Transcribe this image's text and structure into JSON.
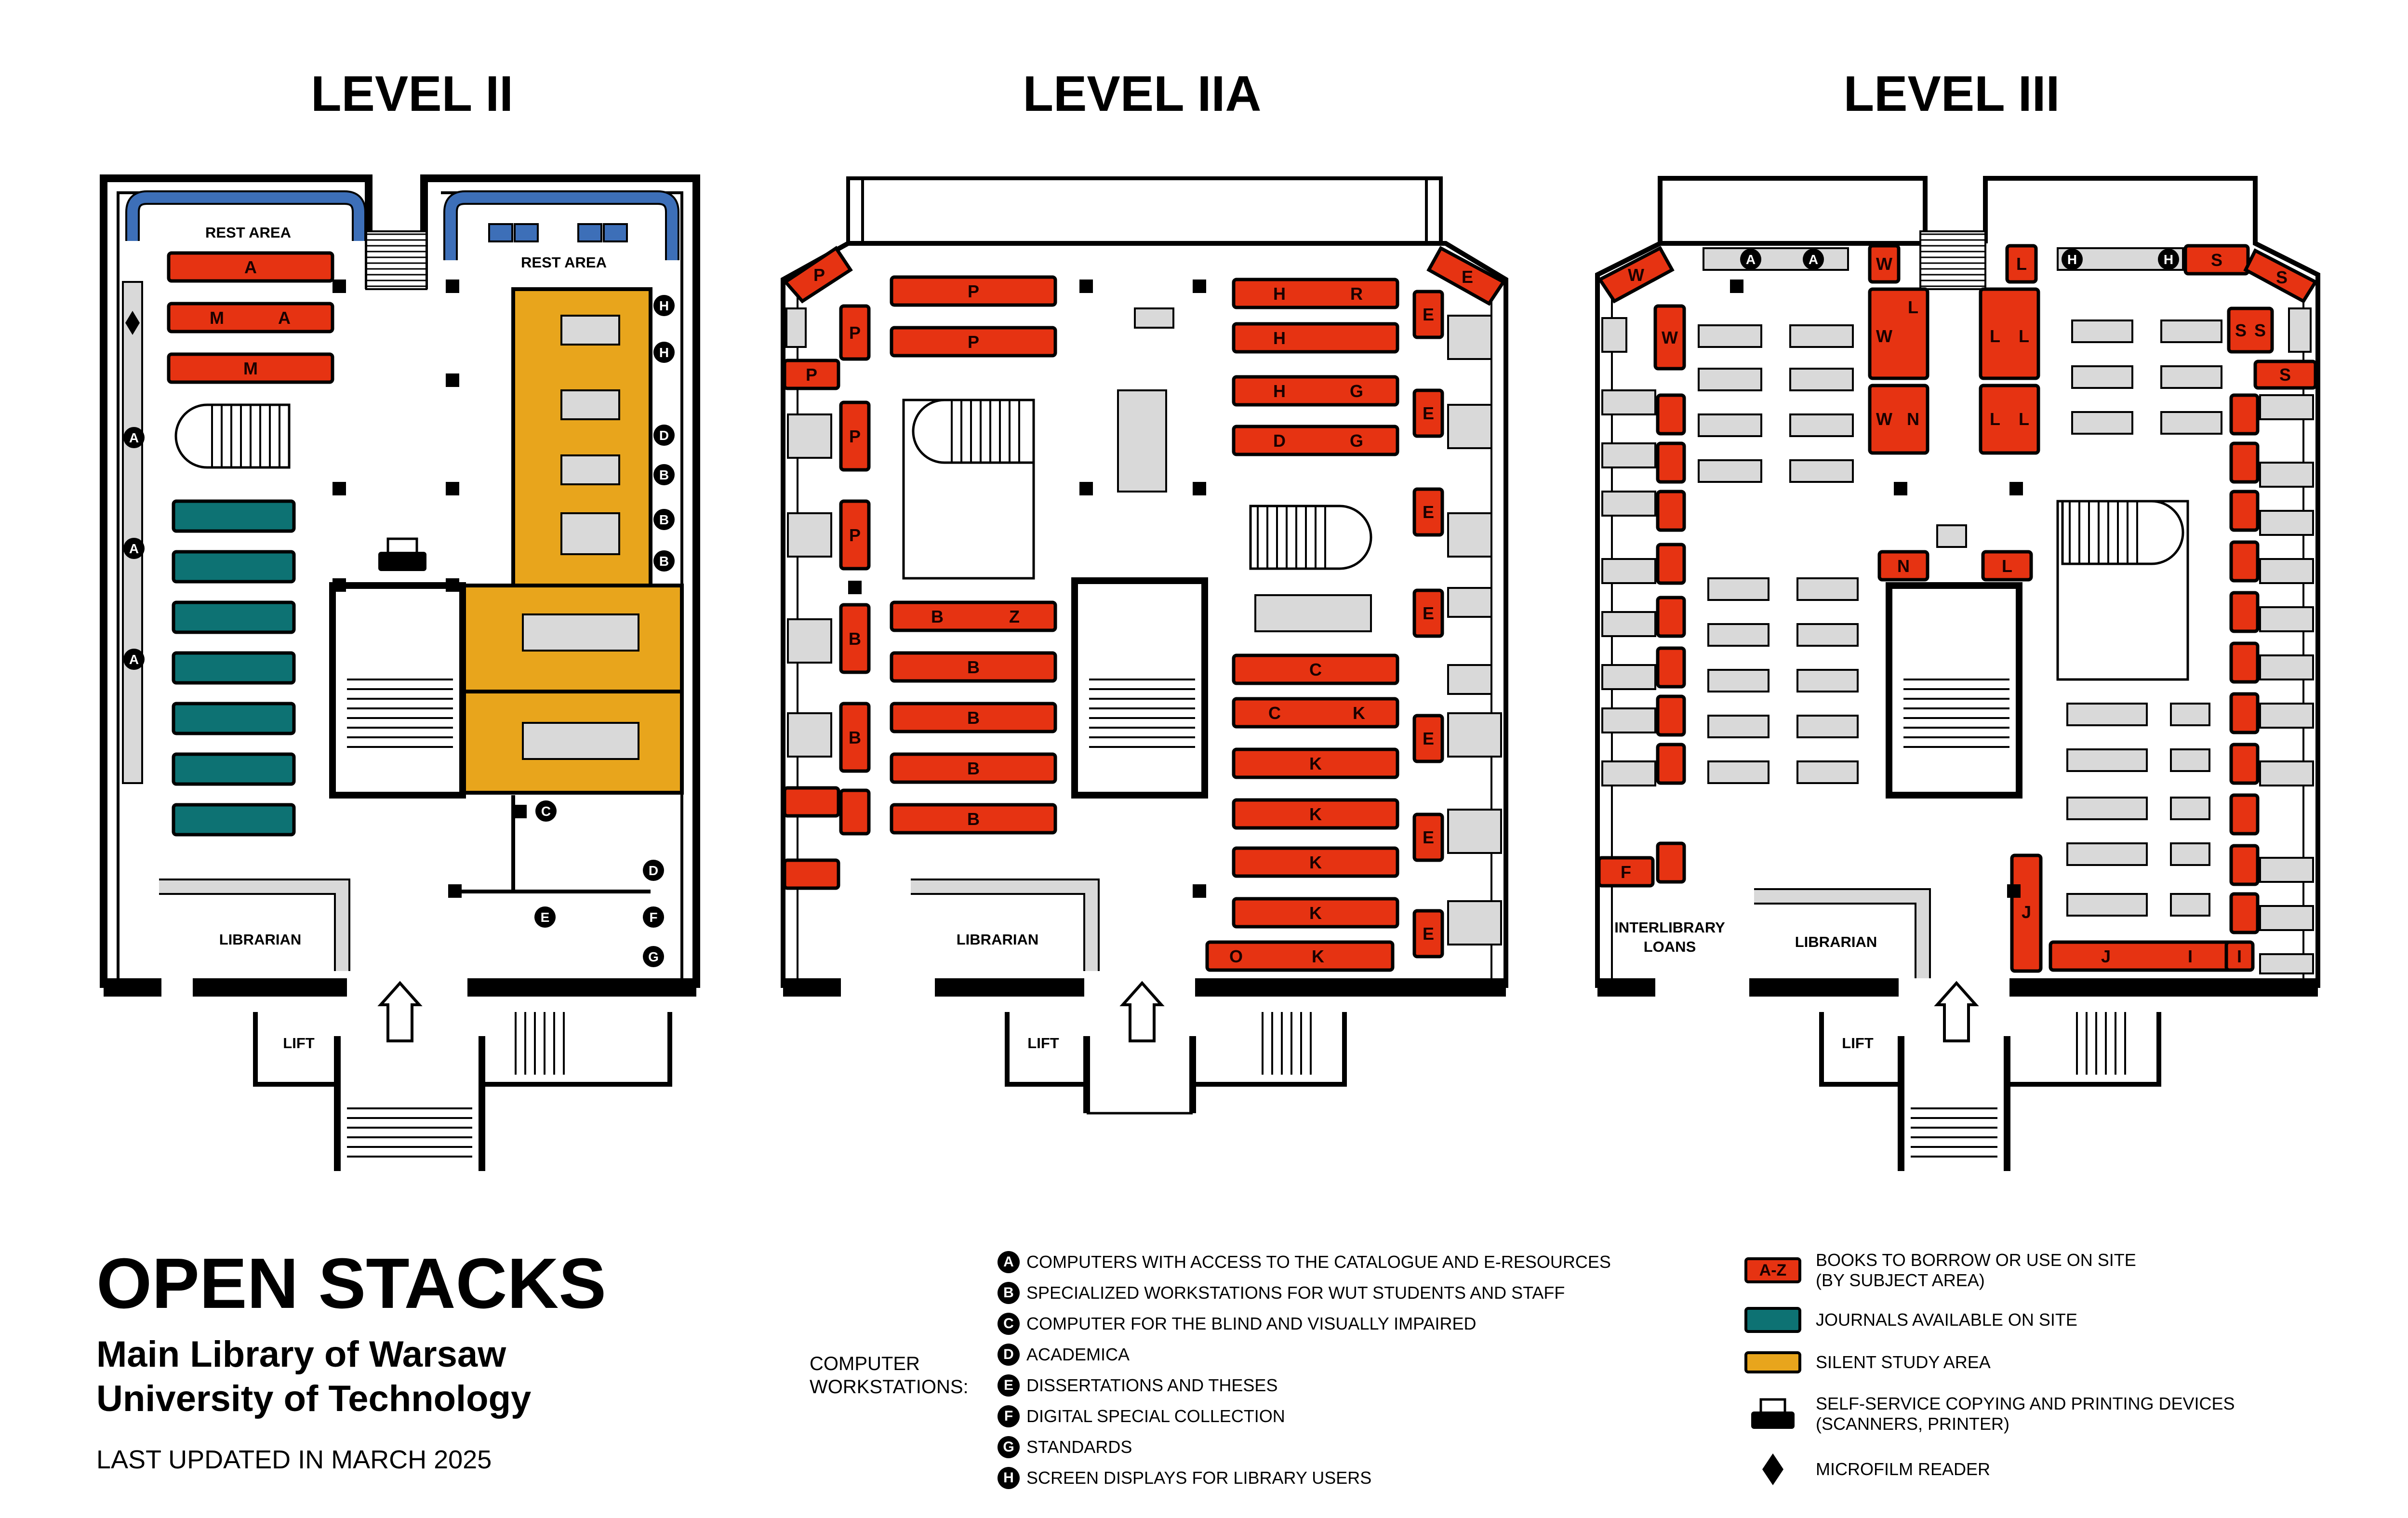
{
  "colors": {
    "books": "#e63312",
    "journals": "#0d7273",
    "silent_study": "#e8a51c",
    "rest_area": "#3d6fb8",
    "furniture": "#d9d9d9",
    "ink": "#000000"
  },
  "levels": [
    {
      "title": "LEVEL II",
      "labels": {
        "rest_area_left": "REST AREA",
        "rest_area_right": "REST AREA",
        "librarian": "LIBRARIAN",
        "lift": "LIFT"
      },
      "shelves": [
        {
          "id": "a-top",
          "text": [
            "A"
          ]
        },
        {
          "id": "m-a",
          "text": [
            "M",
            "A"
          ]
        },
        {
          "id": "m",
          "text": [
            "M"
          ]
        }
      ],
      "workstations": [
        "H",
        "H",
        "D",
        "B",
        "B",
        "B",
        "A",
        "A",
        "A",
        "C",
        "D",
        "E",
        "F",
        "G"
      ]
    },
    {
      "title": "LEVEL IIA",
      "labels": {
        "librarian": "LIBRARIAN",
        "lift": "LIFT"
      },
      "shelves": [
        {
          "id": "p-corner",
          "text": [
            "P"
          ]
        },
        {
          "id": "p-1",
          "text": [
            "P"
          ]
        },
        {
          "id": "p-2",
          "text": [
            "P"
          ]
        },
        {
          "id": "p-v1",
          "text": [
            "P"
          ]
        },
        {
          "id": "p-side",
          "text": [
            "P"
          ]
        },
        {
          "id": "p-v2",
          "text": [
            "P"
          ]
        },
        {
          "id": "p-v3",
          "text": [
            "P"
          ]
        },
        {
          "id": "b-v1",
          "text": [
            "B"
          ]
        },
        {
          "id": "b-v2",
          "text": [
            "B"
          ]
        },
        {
          "id": "b-z",
          "text": [
            "B",
            "Z"
          ]
        },
        {
          "id": "b-1",
          "text": [
            "B"
          ]
        },
        {
          "id": "b-2",
          "text": [
            "B"
          ]
        },
        {
          "id": "b-3",
          "text": [
            "B"
          ]
        },
        {
          "id": "b-4",
          "text": [
            "B"
          ]
        },
        {
          "id": "h-r",
          "text": [
            "H",
            "R"
          ]
        },
        {
          "id": "h",
          "text": [
            "H"
          ]
        },
        {
          "id": "h-g",
          "text": [
            "H",
            "G"
          ]
        },
        {
          "id": "d-g",
          "text": [
            "D",
            "G"
          ]
        },
        {
          "id": "c",
          "text": [
            "C"
          ]
        },
        {
          "id": "c-k",
          "text": [
            "C",
            "K"
          ]
        },
        {
          "id": "k-1",
          "text": [
            "K"
          ]
        },
        {
          "id": "k-2",
          "text": [
            "K"
          ]
        },
        {
          "id": "k-3",
          "text": [
            "K"
          ]
        },
        {
          "id": "k-4",
          "text": [
            "K"
          ]
        },
        {
          "id": "o-k",
          "text": [
            "O",
            "K"
          ]
        },
        {
          "id": "e-corner",
          "text": [
            "E"
          ]
        },
        {
          "id": "e-1",
          "text": [
            "E"
          ]
        },
        {
          "id": "e-2",
          "text": [
            "E"
          ]
        },
        {
          "id": "e-3",
          "text": [
            "E"
          ]
        },
        {
          "id": "e-4",
          "text": [
            "E"
          ]
        },
        {
          "id": "e-5",
          "text": [
            "E"
          ]
        },
        {
          "id": "e-6",
          "text": [
            "E"
          ]
        },
        {
          "id": "e-7",
          "text": [
            "E"
          ]
        }
      ]
    },
    {
      "title": "LEVEL III",
      "labels": {
        "interlibrary": "INTERLIBRARY LOANS",
        "interlibrary_line1": "INTERLIBRARY",
        "interlibrary_line2": "LOANS",
        "librarian": "LIBRARIAN",
        "lift": "LIFT"
      },
      "shelves": [
        {
          "id": "w-corner",
          "text": [
            "W"
          ]
        },
        {
          "id": "w-1",
          "text": [
            "W"
          ]
        },
        {
          "id": "w-top",
          "text": [
            "W"
          ]
        },
        {
          "id": "wl",
          "text": [
            "W",
            "L"
          ]
        },
        {
          "id": "wn",
          "text": [
            "W",
            "N"
          ]
        },
        {
          "id": "l-top",
          "text": [
            "L"
          ]
        },
        {
          "id": "ll-1",
          "text": [
            "L",
            "L"
          ]
        },
        {
          "id": "ll-2",
          "text": [
            "L",
            "L"
          ]
        },
        {
          "id": "n",
          "text": [
            "N"
          ]
        },
        {
          "id": "l",
          "text": [
            "L"
          ]
        },
        {
          "id": "s-top",
          "text": [
            "S"
          ]
        },
        {
          "id": "s-corner",
          "text": [
            "S"
          ]
        },
        {
          "id": "ss",
          "text": [
            "S",
            "S"
          ]
        },
        {
          "id": "s-side",
          "text": [
            "S"
          ]
        },
        {
          "id": "f-side",
          "text": [
            "F"
          ]
        },
        {
          "id": "j-v",
          "text": [
            "J"
          ]
        },
        {
          "id": "j-i",
          "text": [
            "J",
            "I"
          ]
        },
        {
          "id": "i-last",
          "text": [
            "I"
          ]
        }
      ],
      "workstations": [
        "A",
        "A",
        "H",
        "H"
      ]
    }
  ],
  "footer": {
    "title": "OPEN STACKS",
    "subtitle_line1": "Main Library of Warsaw",
    "subtitle_line2": "University of Technology",
    "updated": "LAST UPDATED IN MARCH 2025",
    "computer_workstations_line1": "COMPUTER",
    "computer_workstations_line2": "WORKSTATIONS:"
  },
  "workstation_legend": [
    {
      "badge": "A",
      "text": "COMPUTERS WITH ACCESS TO THE CATALOGUE AND E-RESOURCES"
    },
    {
      "badge": "B",
      "text": "SPECIALIZED WORKSTATIONS FOR WUT STUDENTS AND STAFF"
    },
    {
      "badge": "C",
      "text": "COMPUTER FOR THE BLIND AND VISUALLY IMPAIRED"
    },
    {
      "badge": "D",
      "text": "ACADEMICA"
    },
    {
      "badge": "E",
      "text": "DISSERTATIONS AND THESES"
    },
    {
      "badge": "F",
      "text": "DIGITAL SPECIAL COLLECTION"
    },
    {
      "badge": "G",
      "text": "STANDARDS"
    },
    {
      "badge": "H",
      "text": "SCREEN DISPLAYS FOR LIBRARY USERS"
    }
  ],
  "key_legend": [
    {
      "swatch": "A-Z",
      "color": "#e63312",
      "line1": "BOOKS TO BORROW OR USE ON SITE",
      "line2": "(BY SUBJECT AREA)"
    },
    {
      "swatch": "",
      "color": "#0d7273",
      "line1": "JOURNALS AVAILABLE ON SITE",
      "line2": ""
    },
    {
      "swatch": "",
      "color": "#e8a51c",
      "line1": "SILENT STUDY AREA",
      "line2": ""
    },
    {
      "icon": "printer-icon",
      "line1": "SELF-SERVICE COPYING AND PRINTING DEVICES",
      "line2": "(SCANNERS, PRINTER)"
    },
    {
      "icon": "diamond-icon",
      "line1": "MICROFILM READER",
      "line2": ""
    }
  ]
}
